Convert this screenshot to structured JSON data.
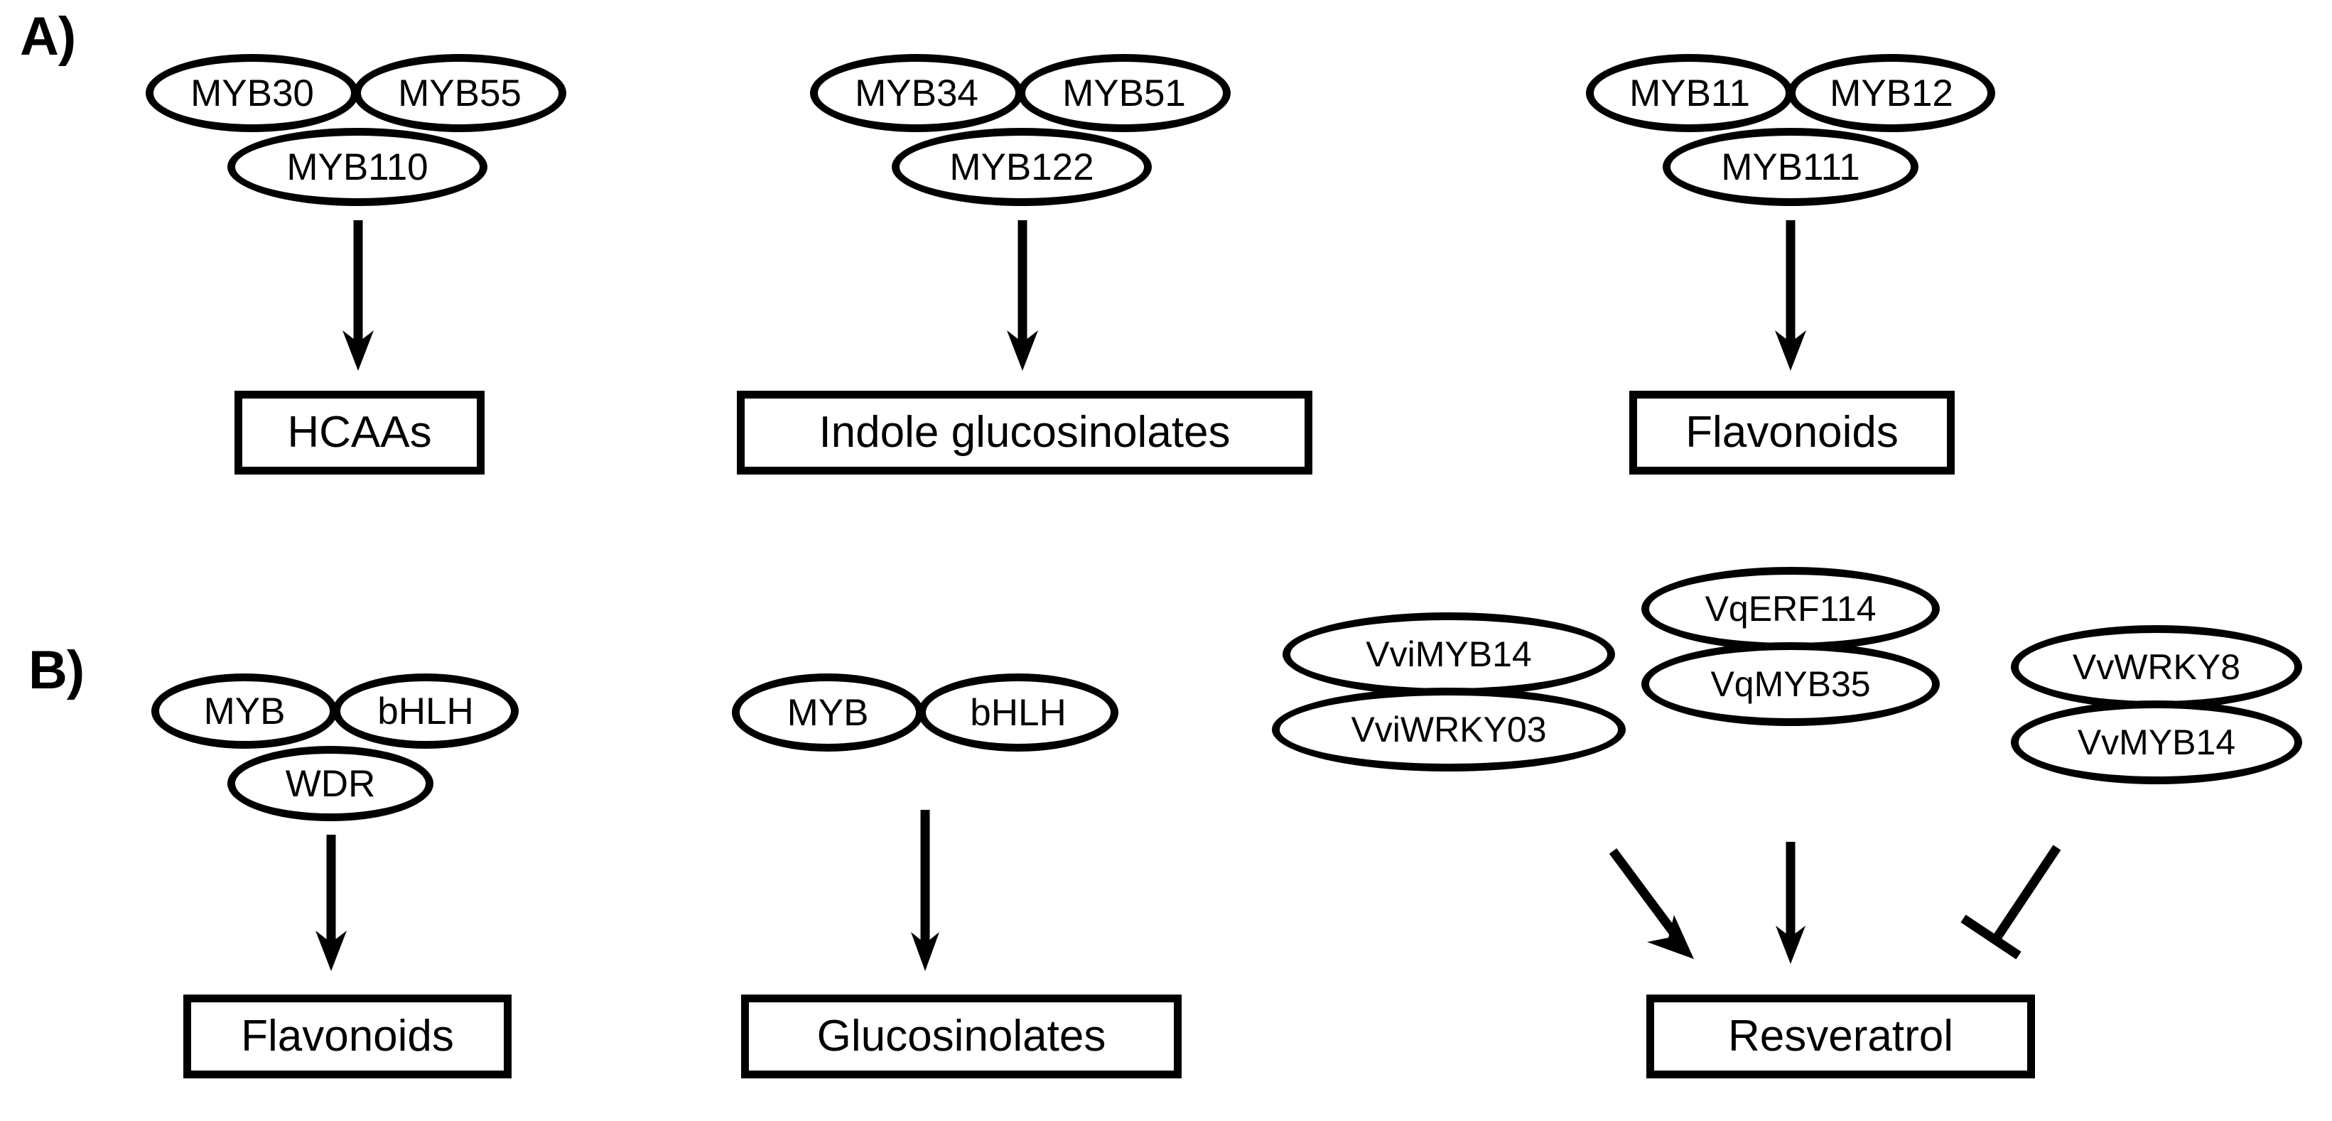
{
  "figure": {
    "background_color": "#ffffff",
    "stroke_color": "#000000"
  },
  "panels": [
    {
      "letter": "A)",
      "groups": [
        {
          "name": "hcaa-complex",
          "nodes": [
            "MYB30",
            "MYB55",
            "MYB110"
          ],
          "layout": "trefoil",
          "connector": "activation-arrow",
          "outcome": "HCAAs"
        },
        {
          "name": "indole-glucosinolate-complex",
          "nodes": [
            "MYB34",
            "MYB51",
            "MYB122"
          ],
          "layout": "trefoil",
          "connector": "activation-arrow",
          "outcome": "Indole glucosinolates"
        },
        {
          "name": "flavonoid-complex",
          "nodes": [
            "MYB11",
            "MYB12",
            "MYB111"
          ],
          "layout": "trefoil",
          "connector": "activation-arrow",
          "outcome": "Flavonoids"
        }
      ]
    },
    {
      "letter": "B)",
      "groups": [
        {
          "name": "mbw-complex",
          "nodes": [
            "MYB",
            "bHLH",
            "WDR"
          ],
          "layout": "trefoil",
          "connector": "activation-arrow",
          "outcome": "Flavonoids"
        },
        {
          "name": "myb-bhlh-complex",
          "nodes": [
            "MYB",
            "bHLH"
          ],
          "layout": "pair-horizontal",
          "connector": "activation-arrow",
          "outcome": "Glucosinolates"
        },
        {
          "name": "resveratrol-regulators",
          "layout": "stacked-pairs",
          "outcome": "Resveratrol",
          "pairs": [
            {
              "name": "vvimyb14-vviwrky03",
              "nodes": [
                "VviMYB14",
                "VviWRKY03"
              ],
              "connector": "activation-arrow-diagonal-right"
            },
            {
              "name": "vqerf114-vqmyb35",
              "nodes": [
                "VqERF114",
                "VqMYB35"
              ],
              "connector": "activation-arrow-vertical"
            },
            {
              "name": "vvwrky8-vvmyb14",
              "nodes": [
                "VvWRKY8",
                "VvMYB14"
              ],
              "connector": "inhibition-bar-diagonal-left"
            }
          ]
        }
      ]
    }
  ]
}
